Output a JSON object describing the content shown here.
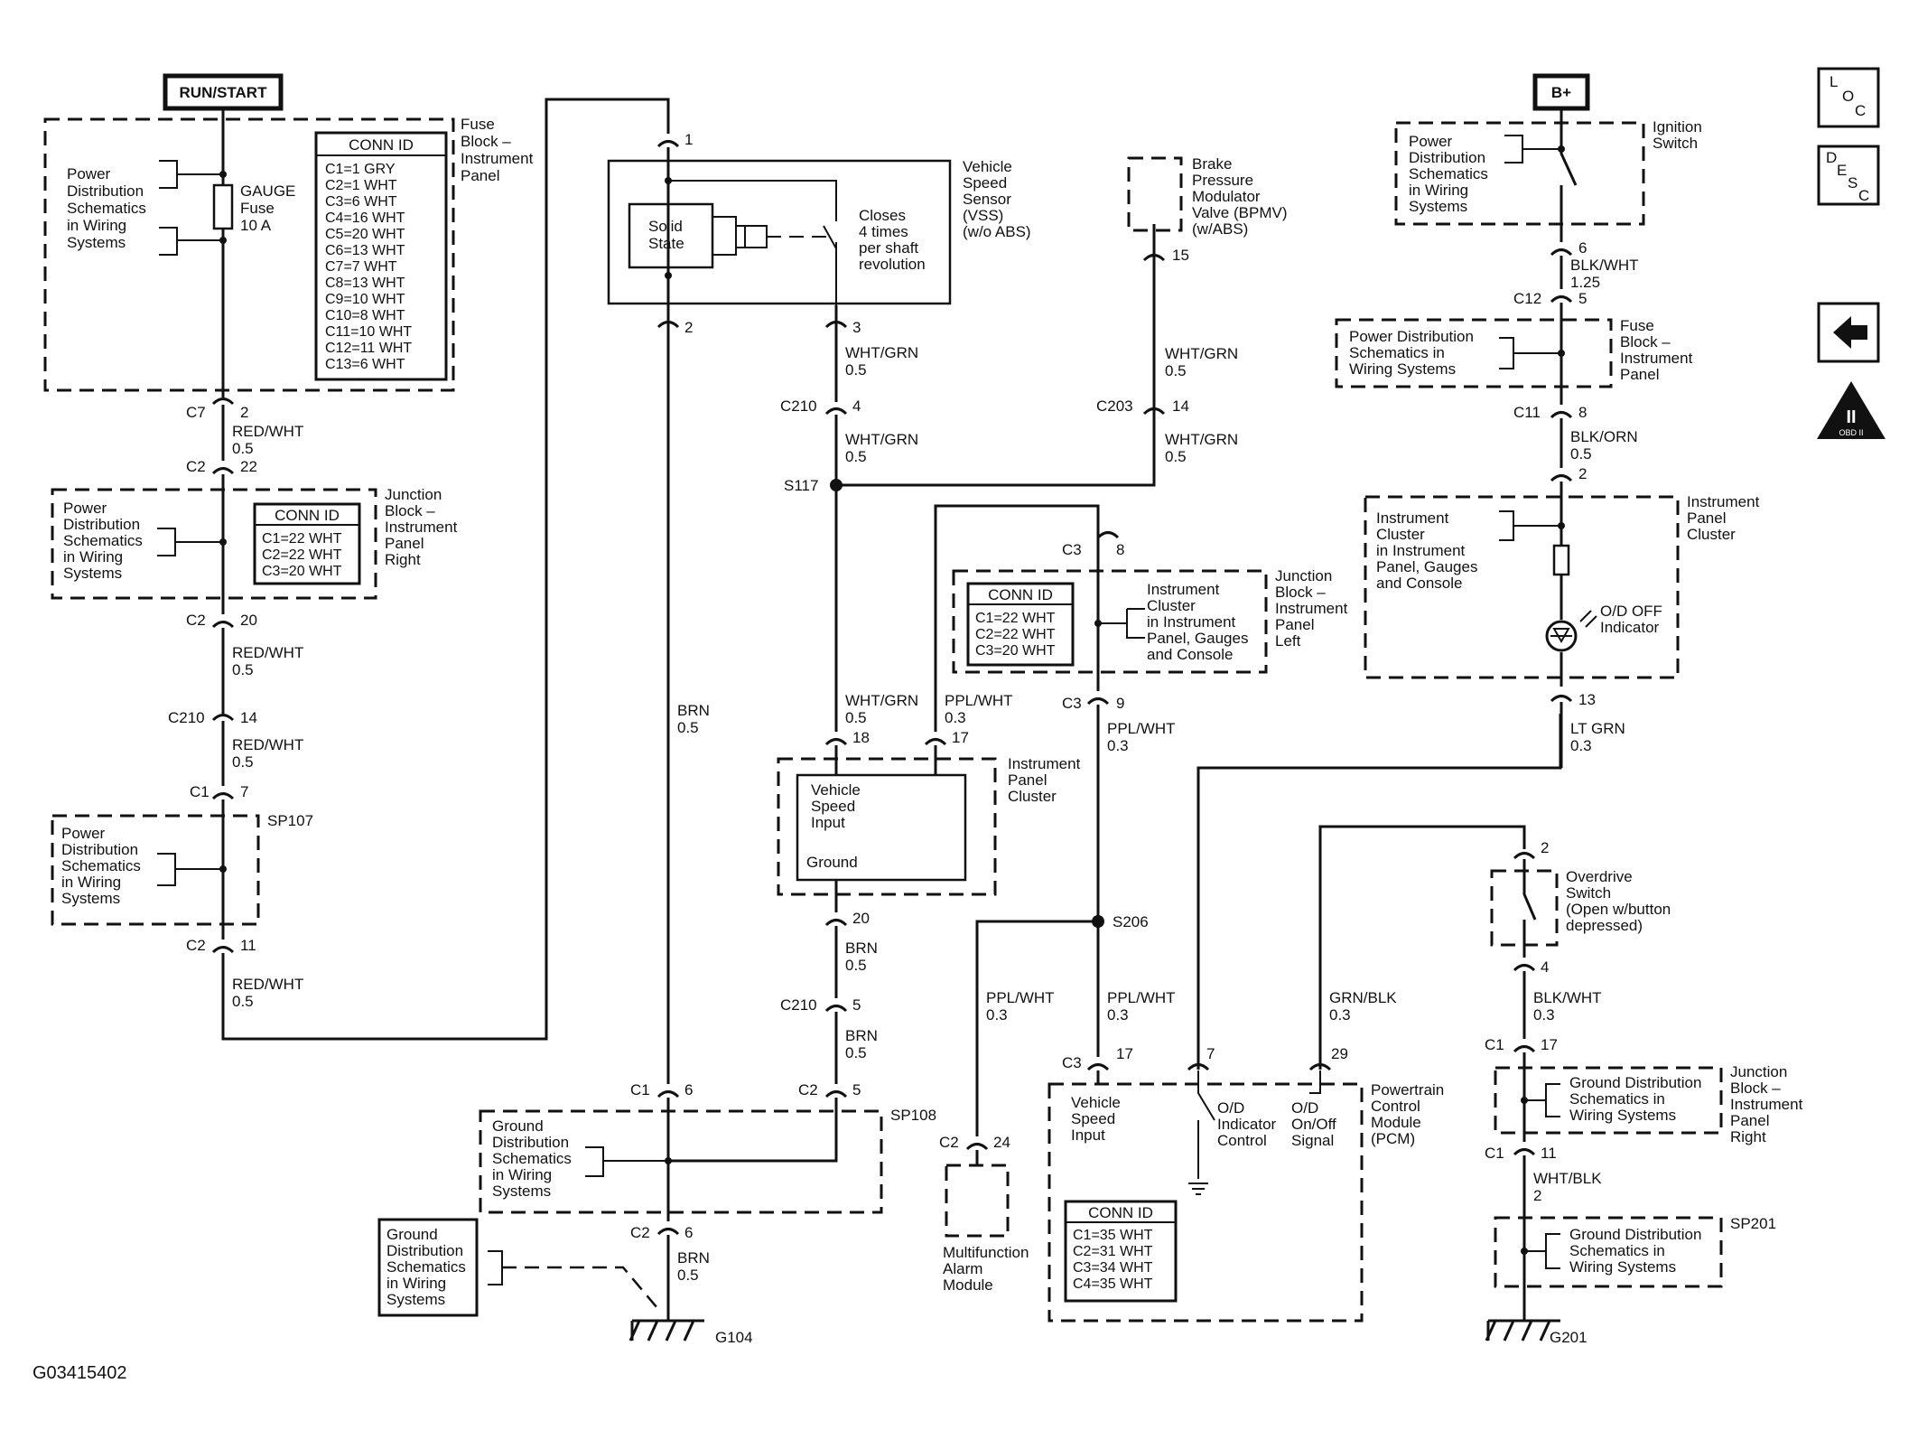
{
  "labels": {
    "run_start": "RUN/START",
    "b_plus": "B+",
    "fuse_block_ip_1": "Fuse",
    "fuse_block_ip_2": "Block –",
    "fuse_block_ip_3": "Instrument",
    "fuse_block_ip_4": "Panel",
    "pds_1": "Power",
    "pds_2": "Distribution",
    "pds_3": "Schematics",
    "pds_4": "in Wiring",
    "pds_5": "Systems",
    "gauge_1": "GAUGE",
    "gauge_2": "Fuse",
    "gauge_3": "10 A",
    "conn_id": "CONN ID",
    "vss_1": "Vehicle",
    "vss_2": "Speed",
    "vss_3": "Sensor",
    "vss_4": "(VSS)",
    "vss_5": "(w/o ABS)",
    "solid_1": "Solid",
    "solid_2": "State",
    "closes_1": "Closes",
    "closes_2": "4 times",
    "closes_3": "per shaft",
    "closes_4": "revolution",
    "bpmv_1": "Brake",
    "bpmv_2": "Pressure",
    "bpmv_3": "Modulator",
    "bpmv_4": "Valve (BPMV)",
    "bpmv_5": "(w/ABS)",
    "ign_1": "Ignition",
    "ign_2": "Switch",
    "jb_right_1": "Junction",
    "jb_right_2": "Block –",
    "jb_right_3": "Instrument",
    "jb_right_4": "Panel",
    "jb_right_5": "Right",
    "jb_left_5": "Left",
    "ipc_1": "Instrument",
    "ipc_2": "Panel",
    "ipc_3": "Cluster",
    "ic_ref_1": "Instrument",
    "ic_ref_2": "Cluster",
    "ic_ref_3": "in Instrument",
    "ic_ref_4": "Panel, Gauges",
    "ic_ref_5": "and Console",
    "ic_ref2_3": "in Instrument",
    "od_off_1": "O/D OFF",
    "od_off_2": "Indicator",
    "vsi_1": "Vehicle",
    "vsi_2": "Speed",
    "vsi_3": "Input",
    "vsi_ground": "Ground",
    "od_sw_1": "Overdrive",
    "od_sw_2": "Switch",
    "od_sw_3": "(Open w/button",
    "od_sw_4": "depressed)",
    "pcm_1": "Powertrain",
    "pcm_2": "Control",
    "pcm_3": "Module",
    "pcm_4": "(PCM)",
    "pcm_vsi_1": "Vehicle",
    "pcm_vsi_2": "Speed",
    "pcm_vsi_3": "Input",
    "od_ic_1": "O/D",
    "od_ic_2": "Indicator",
    "od_ic_3": "Control",
    "od_sig_1": "O/D",
    "od_sig_2": "On/Off",
    "od_sig_3": "Signal",
    "mfa_1": "Multifunction",
    "mfa_2": "Alarm",
    "mfa_3": "Module",
    "gds_1": "Ground",
    "gds_2": "Distribution",
    "gds_3": "Schematics",
    "gds_4": "in Wiring",
    "gds_5": "Systems",
    "gds_r1": "Ground Distribution",
    "gds_r2": "Schematics in",
    "gds_r3": "Wiring Systems",
    "pds_r1": "Power Distribution",
    "pds_r2": "Schematics in",
    "pds_r3": "Wiring Systems",
    "sp107": "SP107",
    "sp108": "SP108",
    "sp201": "SP201",
    "s117": "S117",
    "s206": "S206",
    "g104": "G104",
    "g201": "G201",
    "figure_id": "G03415402"
  },
  "conn_tables": {
    "fuse_block": [
      "C1=1 GRY",
      "C2=1 WHT",
      "C3=6 WHT",
      "C4=16 WHT",
      "C5=20 WHT",
      "C6=13 WHT",
      "C7=7 WHT",
      "C8=13 WHT",
      "C9=10 WHT",
      "C10=8 WHT",
      "C11=10 WHT",
      "C12=11 WHT",
      "C13=6 WHT"
    ],
    "jb_right": [
      "C1=22 WHT",
      "C2=22 WHT",
      "C3=20 WHT"
    ],
    "jb_left": [
      "C1=22 WHT",
      "C2=22 WHT",
      "C3=20 WHT"
    ],
    "pcm": [
      "C1=35 WHT",
      "C2=31 WHT",
      "C3=34 WHT",
      "C4=35 WHT"
    ]
  },
  "wires": {
    "red_wht": "RED/WHT",
    "wht_grn": "WHT/GRN",
    "brn": "BRN",
    "ppl_wht": "PPL/WHT",
    "blk_wht": "BLK/WHT",
    "blk_orn": "BLK/ORN",
    "lt_grn": "LT GRN",
    "grn_blk": "GRN/BLK",
    "wht_blk": "WHT/BLK",
    "g05": "0.5",
    "g03": "0.3",
    "g125": "1.25",
    "g2": "2"
  },
  "conn": {
    "c7": "C7",
    "c2": "C2",
    "c210": "C210",
    "c1": "C1",
    "c203": "C203",
    "c3": "C3",
    "c12": "C12",
    "c11": "C11"
  },
  "pins": {
    "p1": "1",
    "p2": "2",
    "p3": "3",
    "p4": "4",
    "p5": "5",
    "p6": "6",
    "p7": "7",
    "p8": "8",
    "p9": "9",
    "p11": "11",
    "p13": "13",
    "p14": "14",
    "p15": "15",
    "p17": "17",
    "p18": "18",
    "p20": "20",
    "p22": "22",
    "p24": "24",
    "p29": "29"
  },
  "nav": {
    "loc_l": "L",
    "loc_o": "O",
    "loc_c": "C",
    "desc_d": "D",
    "desc_e": "E",
    "desc_s": "S",
    "desc_c": "C",
    "obd_ii": "II",
    "obd_label": "OBD II"
  },
  "icons": [
    "loc-icon",
    "desc-icon",
    "back-arrow-icon",
    "obd-ii-icon",
    "ground-icon",
    "fuse-icon",
    "lamp-icon",
    "switch-icon"
  ]
}
